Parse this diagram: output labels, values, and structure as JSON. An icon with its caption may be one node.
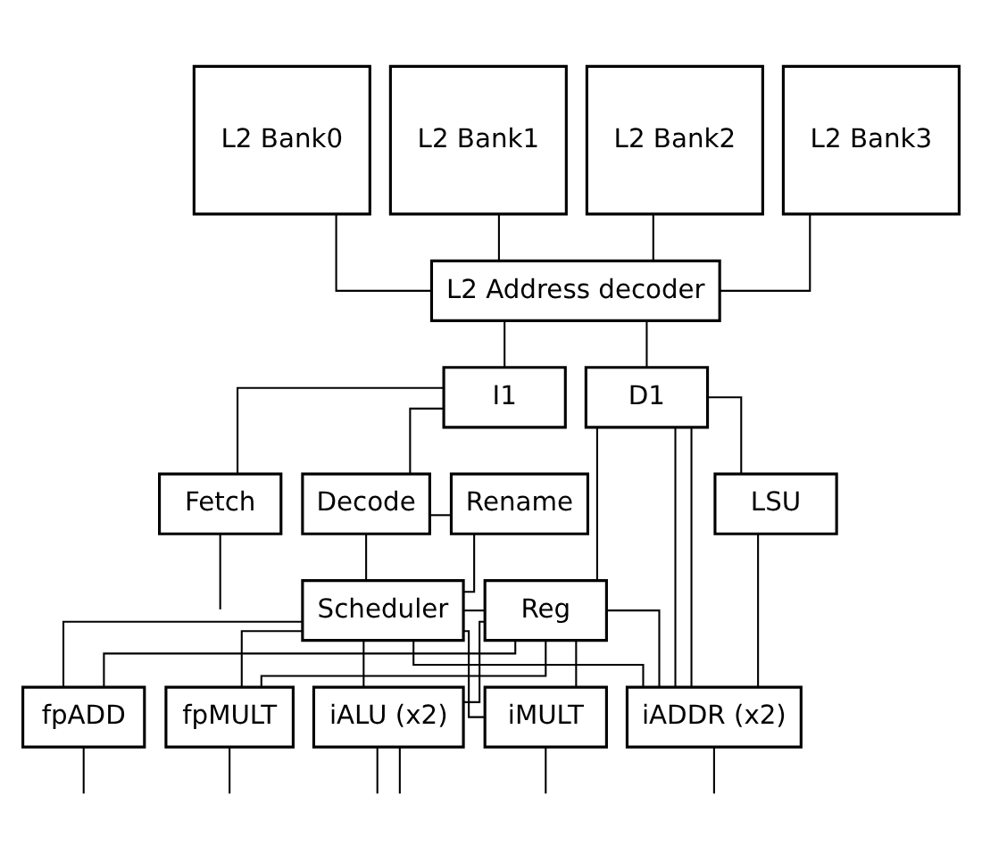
{
  "diagram": {
    "nodes": [
      {
        "text": [
          "L2 Bank0"
        ]
      },
      {
        "text": [
          "L2 Bank1"
        ]
      },
      {
        "text": [
          "L2 Bank2"
        ]
      },
      {
        "text": [
          "L2 Bank3"
        ]
      },
      {
        "text": [
          "L2 Address decoder"
        ]
      },
      {
        "text": [
          "I1"
        ]
      },
      {
        "text": [
          "D1"
        ]
      },
      {
        "text": [
          "Fetch"
        ]
      },
      {
        "text": [
          "Decode"
        ]
      },
      {
        "text": [
          "Rename"
        ]
      },
      {
        "text": [
          "LSU"
        ]
      },
      {
        "text": [
          "Scheduler"
        ]
      },
      {
        "text": [
          "Reg"
        ]
      },
      {
        "text": [
          "fpADD"
        ]
      },
      {
        "text": [
          "fpMULT"
        ]
      },
      {
        "text": [
          "iALU (x2)"
        ]
      },
      {
        "text": [
          "iMULT"
        ]
      },
      {
        "text": [
          "iADDR (x2)"
        ]
      }
    ],
    "edges": [
      {
        "from": 0,
        "to": 4,
        "arrow": "none"
      },
      {
        "from": 1,
        "to": 4,
        "arrow": "none"
      },
      {
        "from": 2,
        "to": 4,
        "arrow": "none"
      },
      {
        "from": 3,
        "to": 4,
        "arrow": "none"
      },
      {
        "from": 4,
        "to": 5,
        "arrow": "none"
      },
      {
        "from": 4,
        "to": 6,
        "arrow": "none"
      },
      {
        "from": 5,
        "to": 7,
        "arrow": "none"
      },
      {
        "from": 5,
        "to": 8,
        "arrow": "none"
      },
      {
        "from": 8,
        "to": 9,
        "arrow": "none"
      },
      {
        "from": 8,
        "to": 11,
        "arrow": "none"
      },
      {
        "from": 9,
        "to": 11,
        "arrow": "none"
      },
      {
        "from": 6,
        "to": 10,
        "arrow": "none"
      },
      {
        "from": 6,
        "to": 12,
        "arrow": "none"
      },
      {
        "from": 11,
        "to": 12,
        "arrow": "none"
      },
      {
        "from": 11,
        "to": 13,
        "arrow": "none"
      },
      {
        "from": 11,
        "to": 14,
        "arrow": "none"
      },
      {
        "from": 11,
        "to": 15,
        "arrow": "none"
      },
      {
        "from": 11,
        "to": 16,
        "arrow": "none"
      },
      {
        "from": 11,
        "to": 17,
        "arrow": "none"
      },
      {
        "from": 12,
        "to": 13,
        "arrow": "none"
      },
      {
        "from": 12,
        "to": 14,
        "arrow": "none"
      },
      {
        "from": 12,
        "to": 15,
        "arrow": "none"
      },
      {
        "from": 12,
        "to": 16,
        "arrow": "none"
      },
      {
        "from": 12,
        "to": 17,
        "arrow": "none"
      },
      {
        "from": 10,
        "to": 17,
        "arrow": "none"
      },
      {
        "from": 6,
        "to": 17,
        "arrow": "none"
      },
      {
        "from": 6,
        "to": 17,
        "arrow": "none"
      },
      {
        "from": 7,
        "to": null,
        "arrow": "none"
      },
      {
        "from": 13,
        "to": null,
        "arrow": "none"
      },
      {
        "from": 14,
        "to": null,
        "arrow": "none"
      },
      {
        "from": 15,
        "to": null,
        "arrow": "none"
      },
      {
        "from": 16,
        "to": null,
        "arrow": "none"
      },
      {
        "from": 17,
        "to": null,
        "arrow": "none"
      },
      {
        "from": 15,
        "to": null,
        "arrow": "none"
      }
    ]
  }
}
